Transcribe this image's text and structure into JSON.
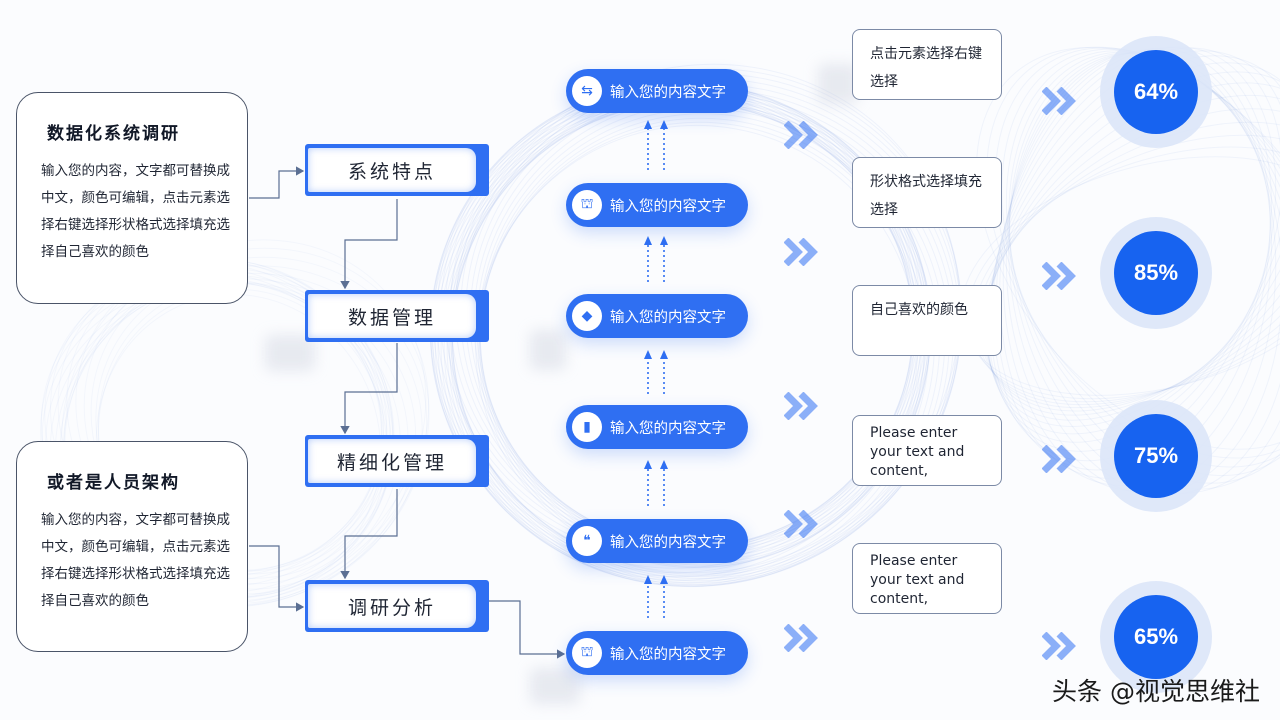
{
  "intro_cards": [
    {
      "title": "数据化系统调研",
      "body": "输入您的内容，文字都可替换成中文，颜色可编辑，点击元素选择右键选择形状格式选择填充选择自己喜欢的颜色"
    },
    {
      "title": "或者是人员架构",
      "body": "输入您的内容，文字都可替换成中文，颜色可编辑，点击元素选择右键选择形状格式选择填充选择自己喜欢的颜色"
    }
  ],
  "stages": [
    {
      "label": "系统特点"
    },
    {
      "label": "数据管理"
    },
    {
      "label": "精细化管理"
    },
    {
      "label": "调研分析"
    }
  ],
  "pills": [
    {
      "label": "输入您的内容文字",
      "icon": "swap-icon",
      "glyph": "⇆"
    },
    {
      "label": "输入您的内容文字",
      "icon": "storefront-icon",
      "glyph": "⛫"
    },
    {
      "label": "输入您的内容文字",
      "icon": "tag-icon",
      "glyph": "◆"
    },
    {
      "label": "输入您的内容文字",
      "icon": "ticket-icon",
      "glyph": "▮"
    },
    {
      "label": "输入您的内容文字",
      "icon": "quote-icon",
      "glyph": "❝"
    },
    {
      "label": "输入您的内容文字",
      "icon": "storefront-icon",
      "glyph": "⛫"
    }
  ],
  "text_boxes": [
    {
      "text": "点击元素选择右键选择"
    },
    {
      "text": "形状格式选择填充选择"
    },
    {
      "text": "自己喜欢的颜色"
    },
    {
      "text": "Please enter your text and content,"
    },
    {
      "text": "Please enter your text and content,"
    }
  ],
  "percentages": [
    {
      "value": "64%"
    },
    {
      "value": "85%"
    },
    {
      "value": "75%"
    },
    {
      "value": "65%"
    }
  ],
  "watermark": "头条 @视觉思维社",
  "colors": {
    "primary": "#2f6ff2",
    "circle": "#1763f0",
    "line": "#5b6f93"
  }
}
